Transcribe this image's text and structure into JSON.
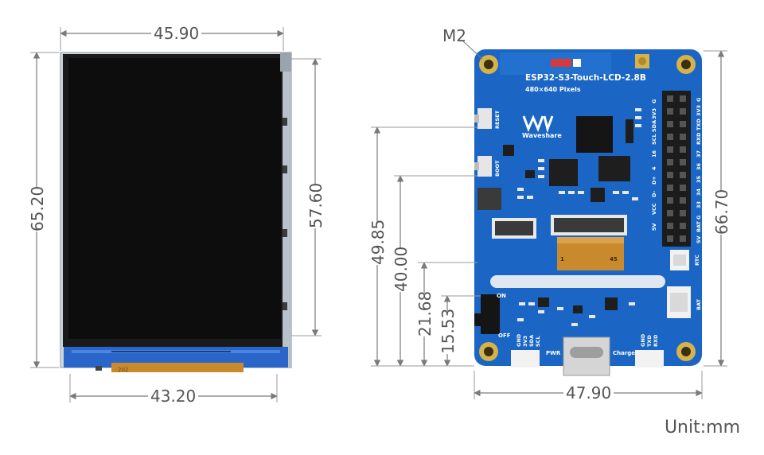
{
  "unit_label": "Unit:mm",
  "hole_label": "M2",
  "front_view": {
    "width_top": "45.90",
    "width_bottom": "43.20",
    "height_outer": "65.20",
    "height_screen": "57.60",
    "fpc_mark": "202"
  },
  "back_view": {
    "width_bottom": "47.90",
    "height_outer": "66.70",
    "height_a": "49.85",
    "height_b": "40.00",
    "height_c": "21.68",
    "height_d": "15.53",
    "board_title": "ESP32-S3-Touch-LCD-2.8B",
    "board_subtitle": "480×640 Pixels",
    "brand": "Waveshare",
    "btn_reset": "RESET",
    "btn_boot": "BOOT",
    "switch_on": "ON",
    "switch_off": "OFF",
    "pwr": "PWR",
    "charge": "Charge",
    "rtc": "RTC",
    "bat": "BAT",
    "fpc_left": "1",
    "fpc_right": "45",
    "left_header_pins": [
      "GND",
      "3V3",
      "SDA",
      "SCL"
    ],
    "right_header_pins": [
      "GND",
      "TXD",
      "RXD"
    ],
    "header_col1": [
      "5V",
      "VCC",
      "D-",
      "D+",
      "4",
      "16",
      "SCL",
      "SDA",
      "3V3"
    ],
    "header_col2": [
      "5V",
      "BAT",
      "G",
      "33",
      "34",
      "35",
      "36",
      "37",
      "RXD",
      "TXD",
      "3V3",
      "G"
    ],
    "header_col1_top": "G"
  },
  "colors": {
    "pcb": "#1b66c4",
    "pcb_dark": "#154f9c",
    "dim_line": "#7a7a7a",
    "screen": "#111111",
    "bezel": "#d8dde2",
    "fpc": "#c98a2e",
    "gold": "#d6b24a"
  }
}
